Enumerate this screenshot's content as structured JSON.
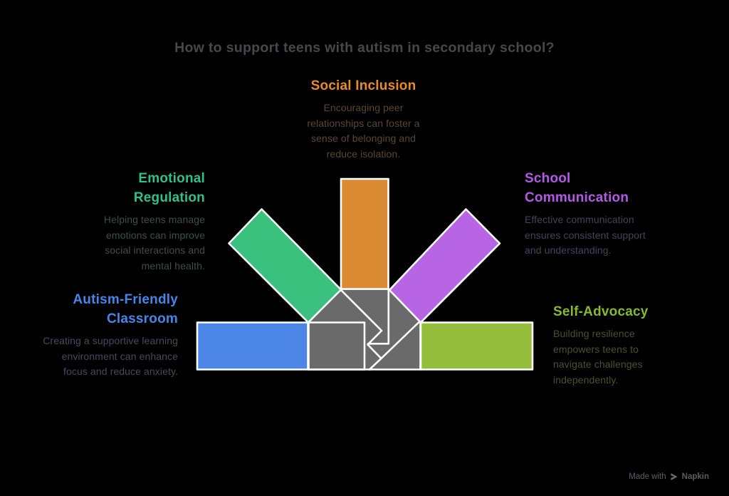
{
  "title": "How to support teens with autism in secondary school?",
  "colors": {
    "background": "#000000",
    "title_text": "#45494d",
    "stroke": "#ffffff",
    "center_gray": "#6a6a6a",
    "ribbon_orange": "#d98a33",
    "ribbon_green": "#3ac17e",
    "ribbon_purple": "#b765e4",
    "ribbon_blue": "#4c86e6",
    "ribbon_lime": "#94bd3b",
    "watermark_text": "#5a5e61",
    "watermark_icon": "#6a6e71"
  },
  "sections": {
    "social": {
      "label": "Social Inclusion",
      "description": "Encouraging peer relationships can foster a sense of belonging and reduce isolation.",
      "heading_color": "#e78b2d",
      "desc_color": "#564835"
    },
    "emotional": {
      "label": "Emotional Regulation",
      "description": "Helping teens manage emotions can improve social interactions and mental health.",
      "heading_color": "#2fc188",
      "desc_color": "#3d5044"
    },
    "school": {
      "label": "School Communication",
      "description": "Effective communication ensures consistent support and understanding.",
      "heading_color": "#b558e8",
      "desc_color": "#4d3f57"
    },
    "autism": {
      "label": "Autism-Friendly Classroom",
      "description": "Creating a supportive learning environment can enhance focus and reduce anxiety.",
      "heading_color": "#4487e8",
      "desc_color": "#434b5c"
    },
    "self": {
      "label": "Self-Advocacy",
      "description": "Building resilience empowers teens to navigate challenges independently.",
      "heading_color": "#85ba2d",
      "desc_color": "#4a512f"
    }
  },
  "watermark": {
    "made_with": "Made with",
    "brand": "Napkin",
    "icon": "napkin-logo-icon"
  }
}
